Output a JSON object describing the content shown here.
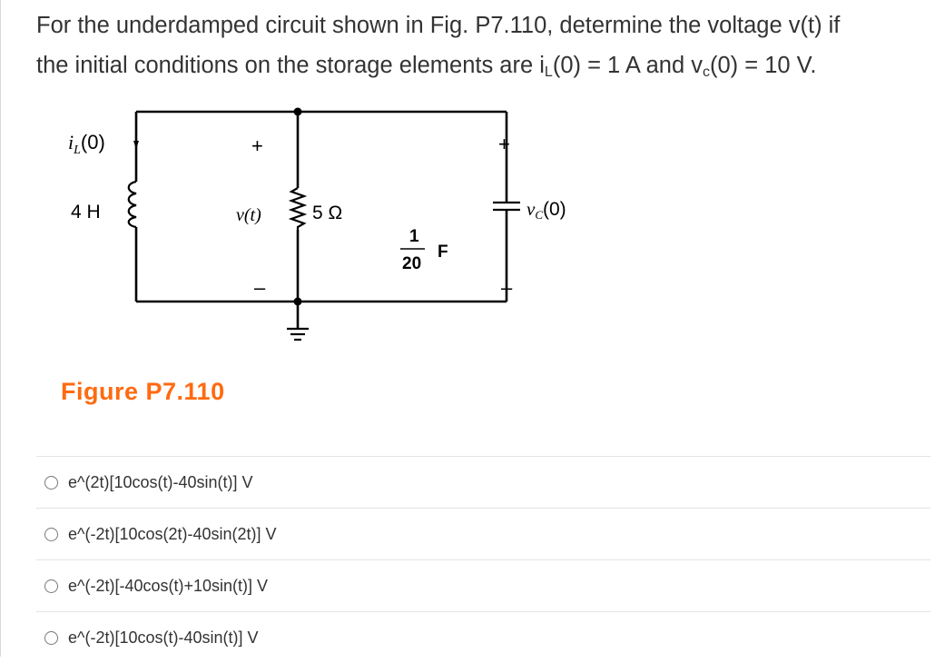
{
  "question": {
    "line1": "For the underdamped circuit shown in Fig. P7.110, determine the voltage v(t) if",
    "line2_a": "the initial conditions on the storage elements are i",
    "line2_sub1": "L",
    "line2_b": "(0) = 1 A and v",
    "line2_sub2": "c",
    "line2_c": "(0) = 10 V."
  },
  "figure": {
    "caption": "Figure P7.110",
    "inductor_current_label": "i",
    "inductor_current_sub": "L",
    "inductor_current_tail": "(0)",
    "inductor_value": "4 H",
    "voltage_label": "v(t)",
    "resistor_value": "5 Ω",
    "cap_num": "1",
    "cap_den": "20",
    "cap_unit": "F",
    "cap_voltage_label": "v",
    "cap_voltage_sub": "C",
    "cap_voltage_tail": "(0)",
    "plus": "+",
    "minus": "–"
  },
  "options": [
    "e^(2t)[10cos(t)-40sin(t)] V",
    "e^(-2t)[10cos(2t)-40sin(2t)] V",
    "e^(-2t)[-40cos(t)+10sin(t)] V",
    "e^(-2t)[10cos(t)-40sin(t)] V"
  ]
}
